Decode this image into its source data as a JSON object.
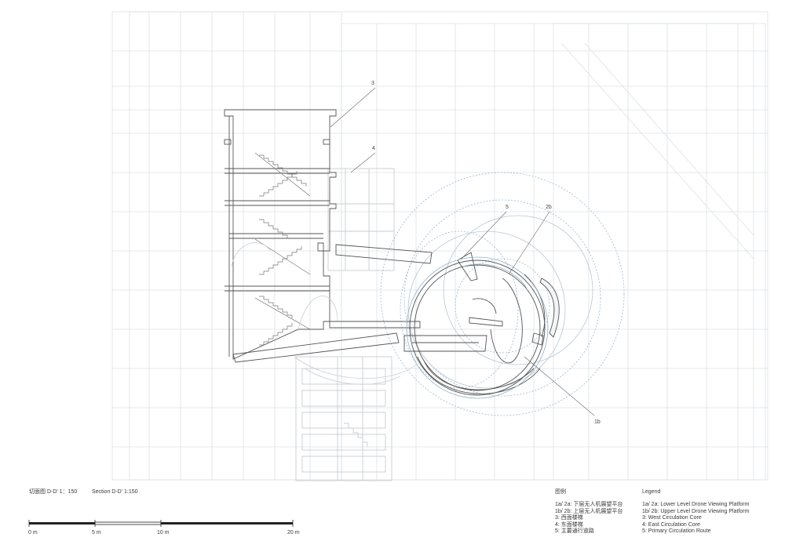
{
  "callouts": {
    "c3": "3",
    "c4": "4",
    "c5": "5",
    "c2b": "2b",
    "c1b": "1b"
  },
  "section_title": {
    "zh": "切面图 D-D' 1：150",
    "en": "Section D-D' 1:150"
  },
  "scale_bar": {
    "labels": [
      "0 m",
      "5 m",
      "10 m",
      "20 m"
    ]
  },
  "legend": {
    "zh_title": "图例",
    "en_title": "Legend",
    "zh_items": [
      "1a/ 2a:  下层无人机展望平台",
      "1b/ 2b:  上层无人机展望平台",
      "3: 西面楼梯",
      "4: 东面楼梯",
      "5: 主要通行道路"
    ],
    "en_items": [
      "1a/ 2a: Lower Level Drone Viewing Platform",
      "1b/ 2b: Upper Level Drone Viewing Platform",
      "3: West Circulation Core",
      "4: East Circulation Core",
      "5: Primary Circulation Route"
    ]
  },
  "colors": {
    "grid": "#d9dde0",
    "line": "#555555",
    "blue": "#8fb0cc"
  }
}
